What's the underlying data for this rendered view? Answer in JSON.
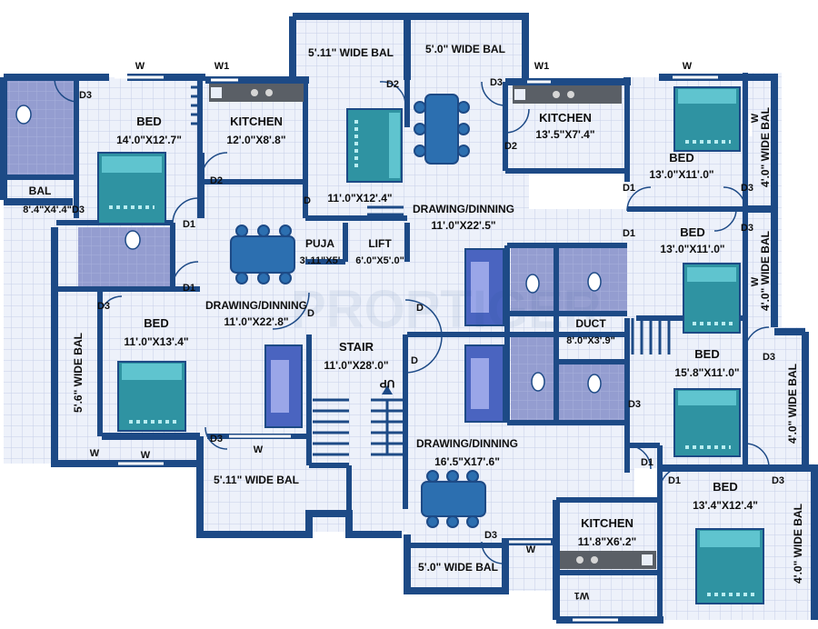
{
  "colors": {
    "wall": "#1d4a86",
    "floor": "#e9eef8",
    "grid": "#c9d3ea",
    "bath": "#8e98cc",
    "bed_fill": "#2f93a2",
    "furniture": "#2c6fb0"
  },
  "watermark": "PROPTIGER",
  "rooms": [
    {
      "id": "bed-1",
      "name": "BED",
      "size": "14'.0\"X12'.7\""
    },
    {
      "id": "bal-1",
      "name": "BAL",
      "size": "8'.4\"X4'.4\""
    },
    {
      "id": "kitchen-1",
      "name": "KITCHEN",
      "size": "12'.0\"X8'.8\""
    },
    {
      "id": "bed-2",
      "name": "",
      "size": "11'.0\"X12'.4\""
    },
    {
      "id": "drawing-1",
      "name": "DRAWING/DINNING",
      "size": "11'.0\"X22'.5\""
    },
    {
      "id": "kitchen-2",
      "name": "KITCHEN",
      "size": "13'.5\"X7'.4\""
    },
    {
      "id": "bed-3",
      "name": "BED",
      "size": "13'.0\"X11'.0\""
    },
    {
      "id": "puja",
      "name": "PUJA",
      "size": "3'.11\"X5'"
    },
    {
      "id": "lift",
      "name": "LIFT",
      "size": "6'.0\"X5'.0\""
    },
    {
      "id": "bed-4",
      "name": "BED",
      "size": "13'.0\"X11'.0\""
    },
    {
      "id": "drawing-2",
      "name": "DRAWING/DINNING",
      "size": "11'.0\"X22'.8\""
    },
    {
      "id": "duct",
      "name": "DUCT",
      "size": "8'.0\"X3'.9\""
    },
    {
      "id": "bed-5",
      "name": "BED",
      "size": "11'.0\"X13'.4\""
    },
    {
      "id": "stair",
      "name": "STAIR",
      "size": "11'.0\"X28'.0\""
    },
    {
      "id": "bed-6",
      "name": "BED",
      "size": "15'.8\"X11'.0\""
    },
    {
      "id": "drawing-3",
      "name": "DRAWING/DINNING",
      "size": "16'.5\"X17'.6\""
    },
    {
      "id": "kitchen-3",
      "name": "KITCHEN",
      "size": "11'.8\"X6'.2\""
    },
    {
      "id": "bed-7",
      "name": "BED",
      "size": "13'.4\"X12'.4\""
    }
  ],
  "balconies": [
    {
      "id": "bal-top-left",
      "label": "5'.11\" WIDE BAL"
    },
    {
      "id": "bal-top-right",
      "label": "5'.0\" WIDE BAL"
    },
    {
      "id": "bal-right-1",
      "label": "4'.0\" WIDE BAL"
    },
    {
      "id": "bal-right-2",
      "label": "4'.0\" WIDE BAL"
    },
    {
      "id": "bal-right-3",
      "label": "4'.0\" WIDE BAL"
    },
    {
      "id": "bal-right-4",
      "label": "4'.0\" WIDE BAL"
    },
    {
      "id": "bal-left",
      "label": "5'.6\" WIDE BAL"
    },
    {
      "id": "bal-bottom-left",
      "label": "5'.11\" WIDE BAL"
    },
    {
      "id": "bal-bottom-mid",
      "label": "5'.0\" WIDE BAL"
    }
  ],
  "stair_note": "UP",
  "tags": {
    "w": "W",
    "w1": "W1",
    "d": "D",
    "d1": "D1",
    "d2": "D2",
    "d3": "D3"
  }
}
